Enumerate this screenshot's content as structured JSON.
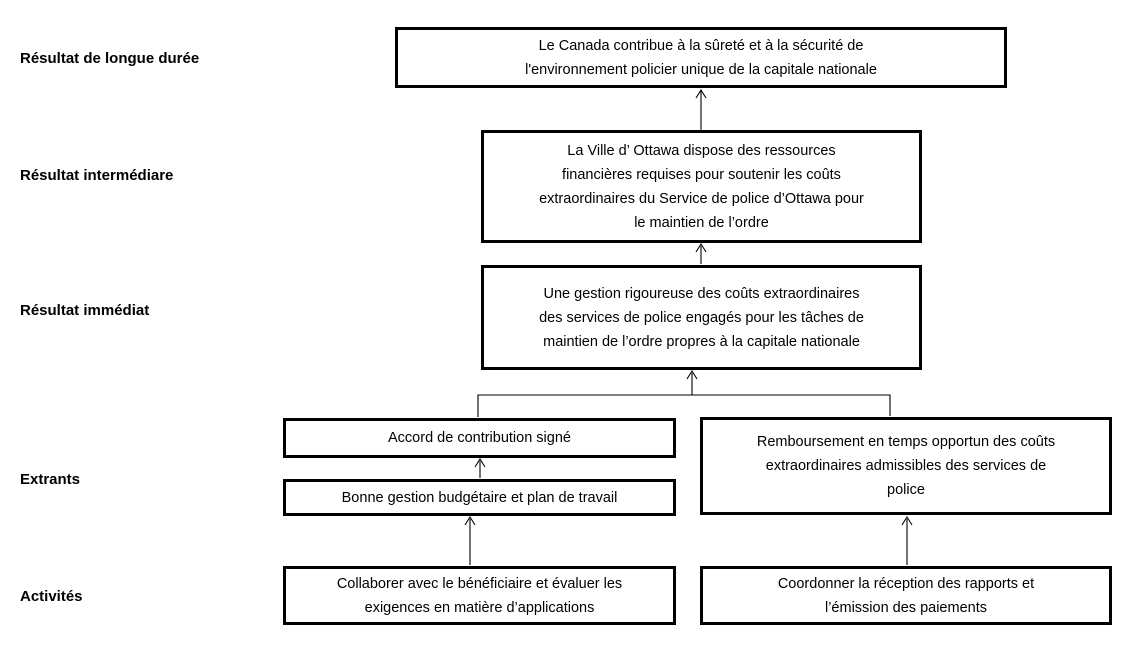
{
  "diagram_type": "logic-model-flowchart",
  "labels": {
    "long_term": "Résultat de longue durée",
    "intermediate": "Résultat intermédiare",
    "immediate": "Résultat immédiat",
    "outputs": "Extrants",
    "activities": "Activités"
  },
  "boxes": {
    "long_term_outcome": "Le Canada contribue à la sûreté et à la sécurité de\nl'environnement policier unique de la capitale nationale",
    "intermediate_outcome": "La Ville d’ Ottawa dispose des ressources\nfinancières requises pour soutenir les coûts\nextraordinaires du Service de police d’Ottawa pour\nle maintien de l’ordre",
    "immediate_outcome": "Une gestion rigoureuse des coûts extraordinaires\ndes services de police engagés pour les tâches de\nmaintien de l’ordre propres à la capitale nationale",
    "output_agreement": "Accord de contribution signé",
    "output_budget": "Bonne gestion budgétaire et plan de travail",
    "output_reimbursement": "Remboursement en temps opportun des coûts\nextraordinaires admissibles des services de\npolice",
    "activity_collaborate": "Collaborer avec le bénéficiaire et évaluer les\nexigences en matière d’applications",
    "activity_coordinate": "Coordonner la réception des rapports et\nl’émission des paiements"
  },
  "colors": {
    "background": "#ffffff",
    "border": "#000000",
    "text": "#000000",
    "connector_line": "#000000"
  }
}
